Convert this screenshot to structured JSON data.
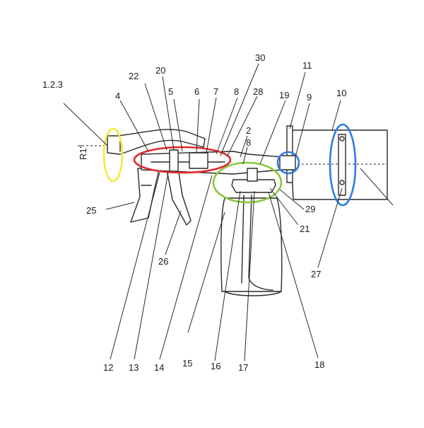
{
  "callouts": {
    "c_123": "1.2.3",
    "c_4": "4",
    "c_22": "22",
    "c_20": "20",
    "c_5": "5",
    "c_6": "6",
    "c_7": "7",
    "c_8a": "8",
    "c_30": "30",
    "c_28": "28",
    "c_19": "19",
    "c_11": "11",
    "c_9": "9",
    "c_10": "10",
    "c_2": "2",
    "c_8b": "8",
    "c_25": "25",
    "c_26": "26",
    "c_29": "29",
    "c_21": "21",
    "c_27": "27",
    "c_12": "12",
    "c_13": "13",
    "c_14": "14",
    "c_15": "15",
    "c_16": "16",
    "c_17": "17",
    "c_18": "18"
  },
  "thread_label": "R1\"",
  "highlight_colors": {
    "yellow": "#f2ea3b",
    "red": "#e02a2a",
    "green": "#8cc63f",
    "blue": "#2f7de1"
  }
}
